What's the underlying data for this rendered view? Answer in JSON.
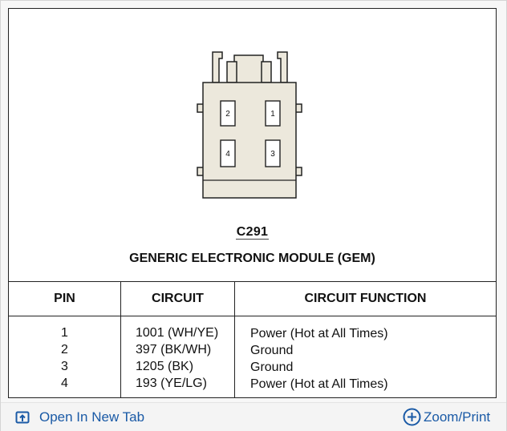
{
  "figure": {
    "pins": [
      {
        "label": "2"
      },
      {
        "label": "1"
      },
      {
        "label": "4"
      },
      {
        "label": "3"
      }
    ],
    "connector_id": "C291",
    "connector_name": "GENERIC ELECTRONIC MODULE (GEM)"
  },
  "table": {
    "headers": [
      "PIN",
      "CIRCUIT",
      "CIRCUIT FUNCTION"
    ],
    "rows": [
      {
        "pin": "1",
        "circuit": "1001 (WH/YE)",
        "function": "Power (Hot at All Times)"
      },
      {
        "pin": "2",
        "circuit": "397 (BK/WH)",
        "function": "Ground"
      },
      {
        "pin": "3",
        "circuit": "1205 (BK)",
        "function": "Ground"
      },
      {
        "pin": "4",
        "circuit": "193 (YE/LG)",
        "function": "Power (Hot at All Times)"
      }
    ]
  },
  "toolbar": {
    "open_tab_label": "Open In New Tab",
    "open_tab_icon": "open-in-new-tab-icon",
    "zoom_label": "Zoom/Print",
    "zoom_icon": "zoom-plus-icon",
    "link_color": "#1a5aa6"
  }
}
